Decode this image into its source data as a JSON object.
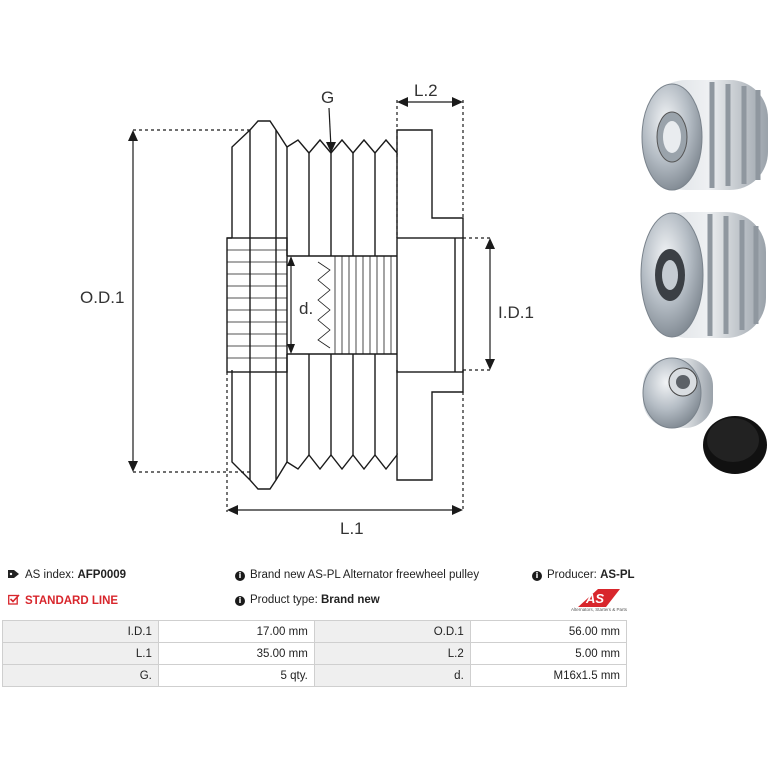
{
  "diagram": {
    "labels": {
      "g": "G",
      "l2": "L.2",
      "od1": "O.D.1",
      "d": "d.",
      "id1": "I.D.1",
      "l1": "L.1"
    }
  },
  "info": {
    "as_index_label": "AS index:",
    "as_index_value": "AFP0009",
    "line": "STANDARD LINE",
    "description": "Brand new AS-PL Alternator freewheel pulley",
    "product_type_label": "Product type:",
    "product_type_value": "Brand new",
    "producer_label": "Producer:",
    "producer_value": "AS-PL"
  },
  "logo": {
    "text": "AS",
    "subtitle": "Alternators, Starters & Parts",
    "color": "#d8262c"
  },
  "specs": {
    "rows": [
      {
        "label1": "I.D.1",
        "value1": "17.00 mm",
        "label2": "O.D.1",
        "value2": "56.00 mm"
      },
      {
        "label1": "L.1",
        "value1": "35.00 mm",
        "label2": "L.2",
        "value2": "5.00 mm"
      },
      {
        "label1": "G.",
        "value1": "5 qty.",
        "label2": "d.",
        "value2": "M16x1.5 mm"
      }
    ]
  }
}
